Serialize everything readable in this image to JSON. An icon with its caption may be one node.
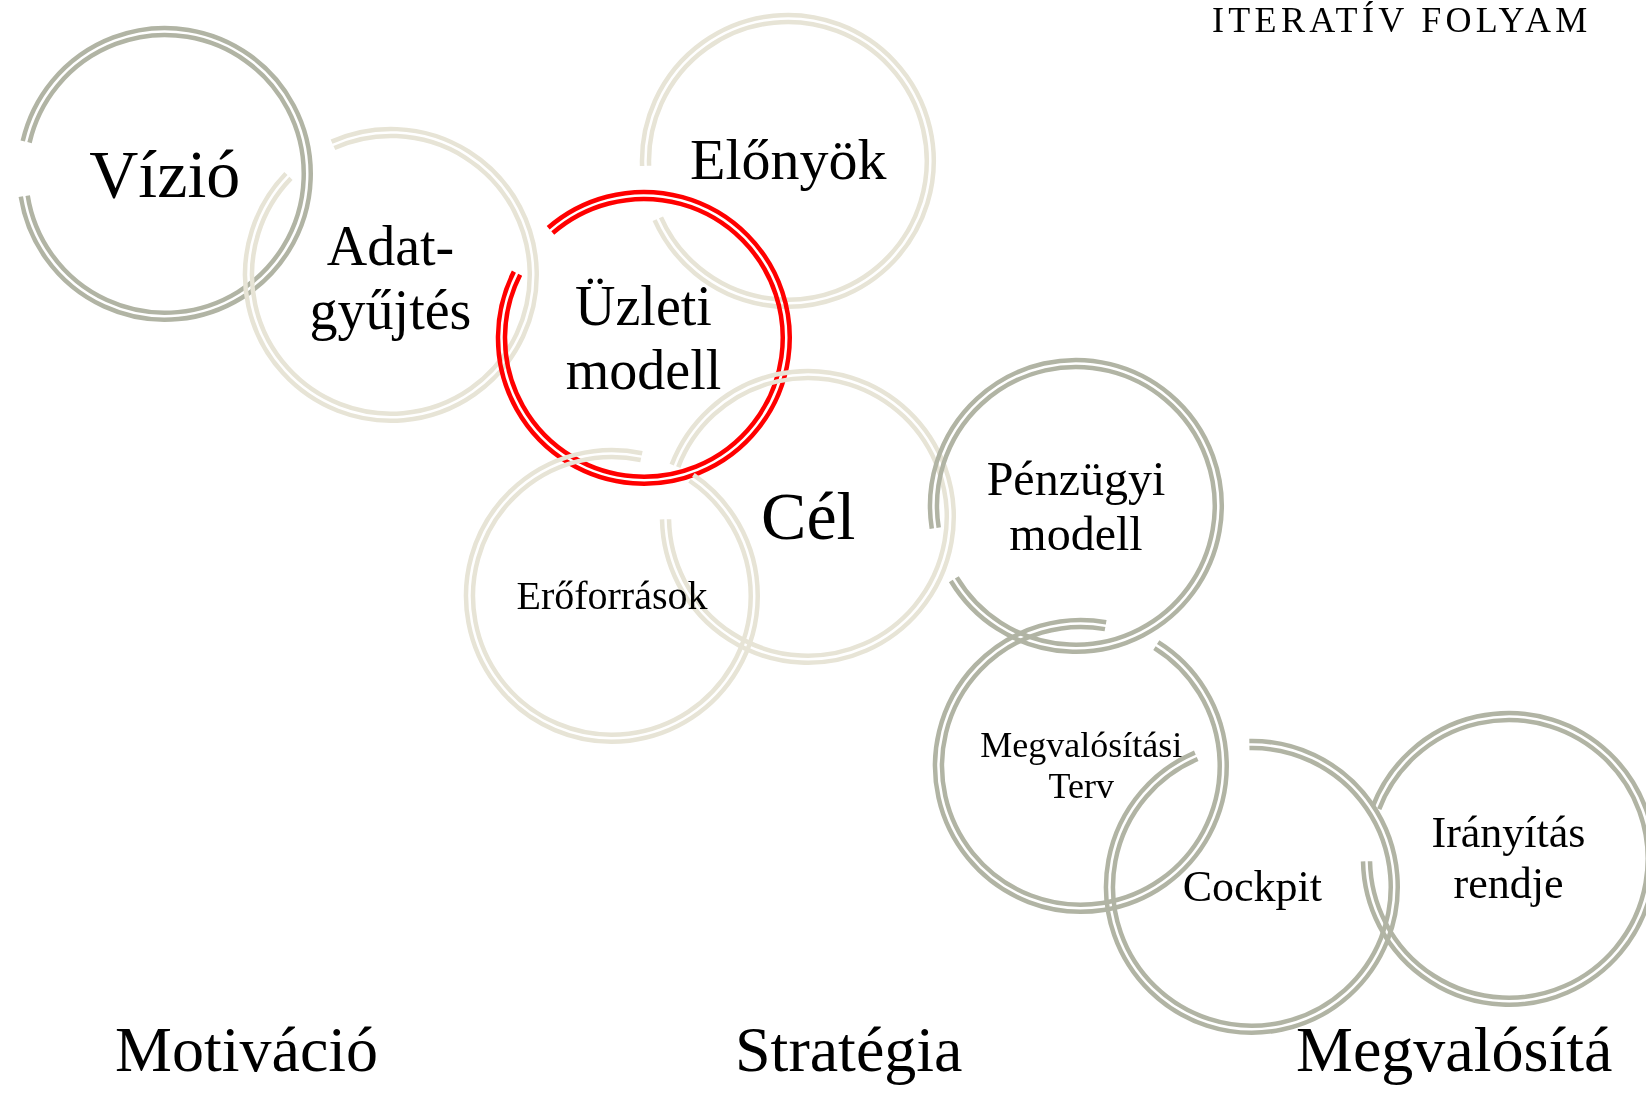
{
  "diagram": {
    "title": "ITERATÍV FOLYAM",
    "nodes": [
      {
        "text": [
          "Vízió"
        ]
      },
      {
        "text": [
          "Adat- gyűjtés"
        ]
      },
      {
        "text": [
          "Előnyök"
        ]
      },
      {
        "text": [
          "Üzleti modell"
        ]
      },
      {
        "text": [
          "Cél"
        ]
      },
      {
        "text": [
          "Erőforrások"
        ]
      },
      {
        "text": [
          "Pénzügyi modell"
        ]
      },
      {
        "text": [
          "Megvalósítási Terv"
        ]
      },
      {
        "text": [
          "Cockpit"
        ]
      },
      {
        "text": [
          "Irányítás rendje"
        ]
      }
    ],
    "labels": [
      "Motiváció",
      "Stratégia",
      "Megvalósítá"
    ]
  }
}
